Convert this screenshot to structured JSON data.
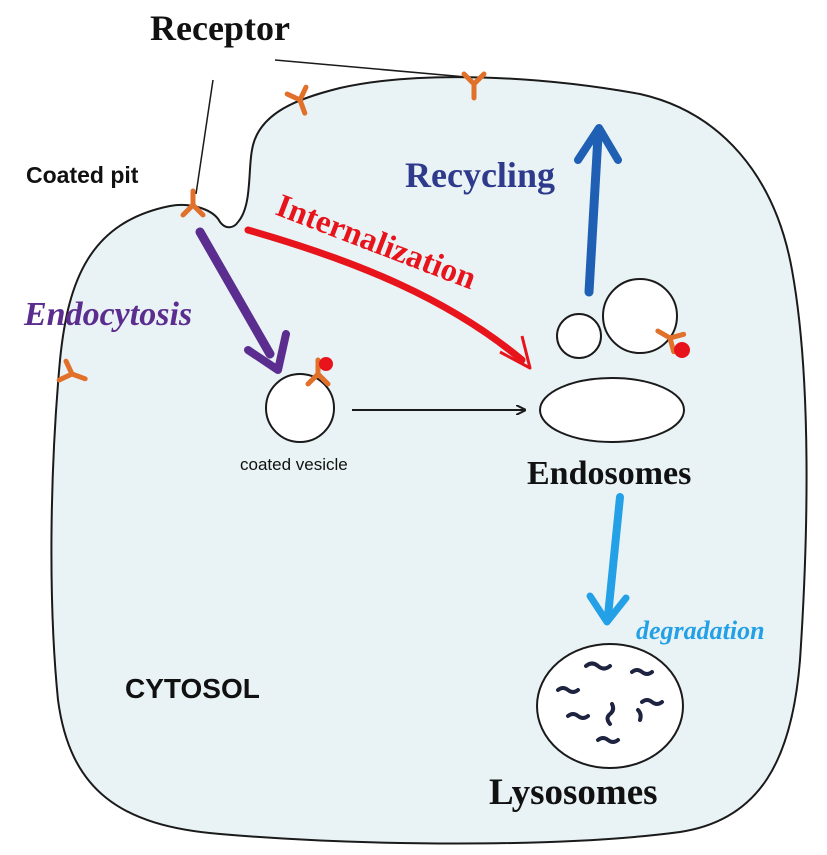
{
  "labels": {
    "receptor": "Receptor",
    "coated_pit": "Coated pit",
    "endocytosis": "Endocytosis",
    "internalization": "Internalization",
    "recycling": "Recycling",
    "coated_vesicle": "coated vesicle",
    "endosomes": "Endosomes",
    "degradation": "degradation",
    "cytosol": "CYTOSOL",
    "lysosomes": "Lysosomes"
  },
  "colors": {
    "cell_fill": "#e9f3f5",
    "outline": "#1a1a1a",
    "receptor": "#e0702a",
    "ligand": "#e8141c",
    "endocytosis_arrow": "#5b2d8f",
    "internalization_arrow": "#e8141c",
    "recycling_arrow": "#1f5fb4",
    "recycling_text": "#2e3a8c",
    "degradation_arrow": "#23a0e6",
    "lysosome_squiggle": "#1e2340"
  },
  "icons": [
    "receptor-icon",
    "ligand-icon",
    "lysosome-squiggle-icon"
  ]
}
